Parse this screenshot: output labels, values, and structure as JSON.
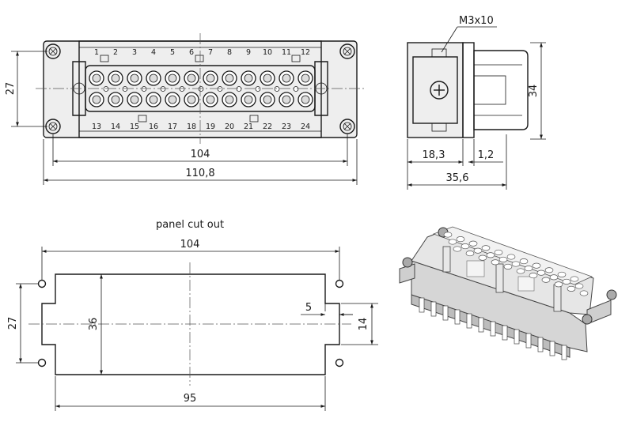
{
  "front_view": {
    "pins_top": [
      "1",
      "2",
      "3",
      "4",
      "5",
      "6",
      "7",
      "8",
      "9",
      "10",
      "11",
      "12"
    ],
    "pins_bottom": [
      "13",
      "14",
      "15",
      "16",
      "17",
      "18",
      "19",
      "20",
      "21",
      "22",
      "23",
      "24"
    ],
    "dim_height": "27",
    "dim_inner_width": "104",
    "dim_outer_width": "110,8"
  },
  "side_view": {
    "screw_label": "M3x10",
    "dim_height": "34",
    "dim_left": "18,3",
    "dim_right": "1,2",
    "dim_total": "35,6"
  },
  "panel_cutout": {
    "title": "panel cut out",
    "dim_hole_spacing": "104",
    "dim_height": "36",
    "dim_hole_pitch": "27",
    "dim_slot_depth": "5",
    "dim_slot_height": "14",
    "dim_width": "95"
  }
}
